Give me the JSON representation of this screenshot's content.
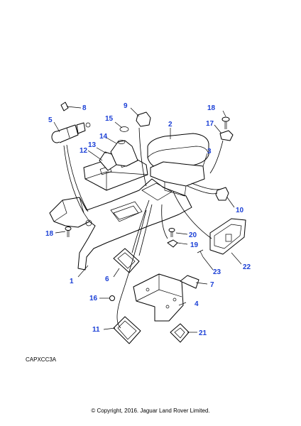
{
  "diagram": {
    "reference_code": "CAPXCC3A",
    "copyright": "© Copyright, 2016. Jaguar Land Rover Limited.",
    "callouts": {
      "c1": "1",
      "c2": "2",
      "c3": "3",
      "c4": "4",
      "c5": "5",
      "c6": "6",
      "c7": "7",
      "c8": "8",
      "c9": "9",
      "c10": "10",
      "c11": "11",
      "c12": "12",
      "c13": "13",
      "c14": "14",
      "c15": "15",
      "c16": "16",
      "c17": "17",
      "c18a": "18",
      "c18b": "18",
      "c19": "19",
      "c20": "20",
      "c21": "21",
      "c22": "22",
      "c23": "23"
    },
    "callout_color": "#1a3fd6"
  }
}
